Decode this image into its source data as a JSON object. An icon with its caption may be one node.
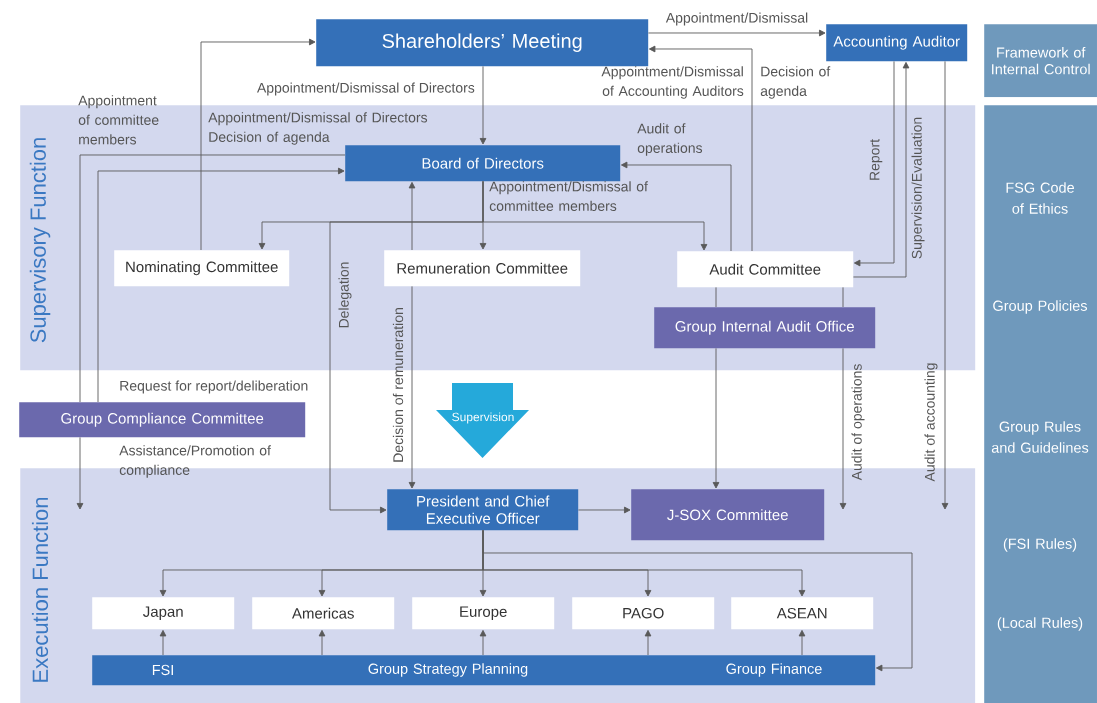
{
  "diagram": {
    "nodes": [
      {
        "text": [
          "Shareholders’ Meeting"
        ]
      },
      {
        "text": [
          "Accounting Auditor"
        ]
      },
      {
        "text": [
          "Framework of Internal Control"
        ]
      },
      {
        "text": [
          "Supervisory Function"
        ]
      },
      {
        "text": [
          "Board of Directors"
        ],
        "in": 3
      },
      {
        "text": [
          "Nominating Committee"
        ],
        "in": 3
      },
      {
        "text": [
          "Remuneration Committee"
        ],
        "in": 3
      },
      {
        "text": [
          "Audit Committee"
        ],
        "in": 3
      },
      {
        "text": [
          "Group Internal Audit Office"
        ],
        "in": 3
      },
      {
        "text": [
          "Group Compliance Committee"
        ]
      },
      {
        "text": [
          "Supervision"
        ]
      },
      {
        "text": [
          "Execution Function"
        ]
      },
      {
        "text": [
          "President and Chief Executive Officer"
        ],
        "in": 11
      },
      {
        "text": [
          "J-SOX Committee"
        ],
        "in": 11
      },
      {
        "text": [
          "Japan"
        ],
        "in": 11
      },
      {
        "text": [
          "Americas"
        ],
        "in": 11
      },
      {
        "text": [
          "Europe"
        ],
        "in": 11
      },
      {
        "text": [
          "PAGO"
        ],
        "in": 11
      },
      {
        "text": [
          "ASEAN"
        ],
        "in": 11
      },
      {
        "text": [
          "FSI",
          "Group Strategy Planning",
          "Group Finance"
        ],
        "in": 11
      },
      {
        "text": [
          "FSG Code of Ethics",
          "Group Policies",
          "Group Rules and Guidelines",
          "(FSI Rules)",
          "(Local Rules)"
        ]
      }
    ],
    "edges": [
      {
        "from": 0,
        "to": 1,
        "arrow": "to",
        "label": "Appointment/Dismissal"
      },
      {
        "from": 7,
        "to": 0,
        "arrow": "to",
        "label": "Appointment/Dismissal of Accounting Auditors"
      },
      {
        "from": 0,
        "to": 4,
        "arrow": "to",
        "label": "Appointment/Dismissal of Directors"
      },
      {
        "from": 5,
        "to": 0,
        "arrow": "to",
        "label": "Appointment/Dismissal of Directors Decision of agenda"
      },
      {
        "from": 4,
        "to": 9,
        "arrow": "none",
        "label": "Appointment of committee members"
      },
      {
        "from": 9,
        "to": null,
        "arrow": "to",
        "label": "Assistance/Promotion of compliance"
      },
      {
        "from": 9,
        "to": 4,
        "arrow": "to",
        "label": "Request for report/deliberation"
      },
      {
        "from": 4,
        "to": 5,
        "arrow": "to"
      },
      {
        "from": 4,
        "to": 6,
        "arrow": "to",
        "label": "Appointment/Dismissal of committee members"
      },
      {
        "from": 4,
        "to": 7,
        "arrow": "to"
      },
      {
        "from": 4,
        "to": 12,
        "arrow": "to",
        "label": "Delegation"
      },
      {
        "from": 6,
        "to": 4,
        "arrow": "to"
      },
      {
        "from": 6,
        "to": 12,
        "arrow": "to",
        "label": "Decision of remuneration"
      },
      {
        "from": 7,
        "to": 4,
        "arrow": "to",
        "label": "Audit of operations"
      },
      {
        "from": 1,
        "to": 7,
        "arrow": "to",
        "label": "Report"
      },
      {
        "from": 7,
        "to": 1,
        "arrow": "to",
        "label": "Supervision/Evaluation"
      },
      {
        "from": 7,
        "to": 8,
        "arrow": "none"
      },
      {
        "from": 7,
        "to": 8,
        "arrow": "none"
      },
      {
        "from": 8,
        "to": 13,
        "arrow": "to"
      },
      {
        "from": 8,
        "to": null,
        "arrow": "to",
        "label": "Audit of operations"
      },
      {
        "from": 1,
        "to": null,
        "arrow": "to",
        "label": "Audit of accounting"
      },
      {
        "from": 12,
        "to": 13,
        "arrow": "to"
      },
      {
        "from": 12,
        "to": 14,
        "arrow": "to"
      },
      {
        "from": 12,
        "to": 15,
        "arrow": "to"
      },
      {
        "from": 12,
        "to": 16,
        "arrow": "to"
      },
      {
        "from": 12,
        "to": 17,
        "arrow": "to"
      },
      {
        "from": 12,
        "to": 18,
        "arrow": "to"
      },
      {
        "from": 12,
        "to": 19,
        "arrow": "to"
      },
      {
        "from": 19,
        "to": 14,
        "arrow": "to"
      },
      {
        "from": 19,
        "to": 15,
        "arrow": "to"
      },
      {
        "from": 19,
        "to": 16,
        "arrow": "to"
      },
      {
        "from": 19,
        "to": 17,
        "arrow": "to"
      },
      {
        "from": 19,
        "to": 18,
        "arrow": "to"
      }
    ],
    "labels": [
      "Decision of agenda"
    ]
  }
}
